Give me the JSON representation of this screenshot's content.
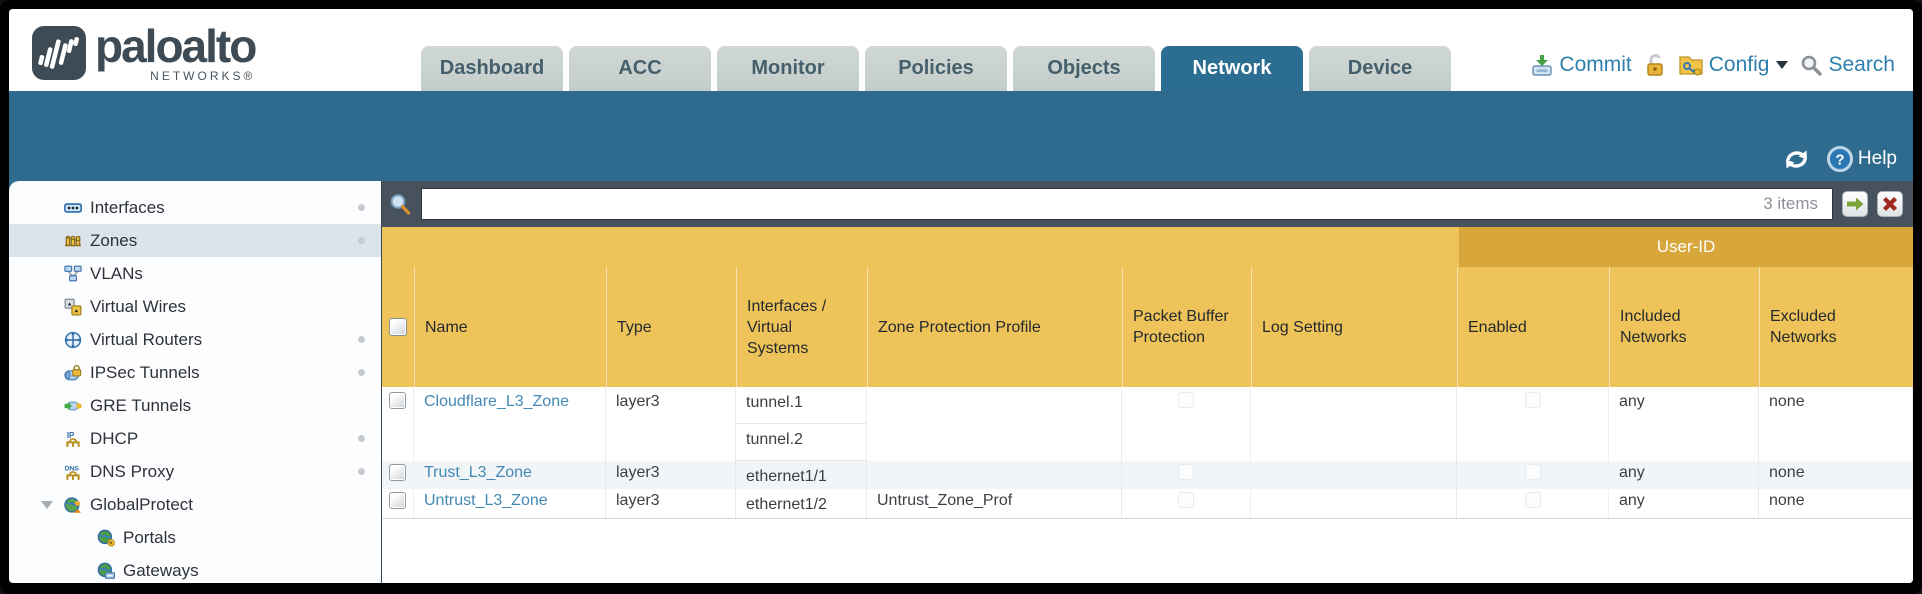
{
  "brand": {
    "name": "paloalto",
    "networks": "NETWORKS®"
  },
  "header": {
    "tabs": [
      {
        "label": "Dashboard"
      },
      {
        "label": "ACC"
      },
      {
        "label": "Monitor"
      },
      {
        "label": "Policies"
      },
      {
        "label": "Objects"
      },
      {
        "label": "Network"
      },
      {
        "label": "Device"
      }
    ],
    "active_tab": "Network",
    "actions": {
      "commit": "Commit",
      "config": "Config",
      "search": "Search"
    }
  },
  "teal_bar": {
    "help_label": "Help"
  },
  "sidebar": {
    "items": [
      {
        "label": "Interfaces",
        "icon": "interfaces-icon",
        "dot": true
      },
      {
        "label": "Zones",
        "icon": "zones-icon",
        "selected": true,
        "dot": true
      },
      {
        "label": "VLANs",
        "icon": "vlans-icon"
      },
      {
        "label": "Virtual Wires",
        "icon": "virtual-wires-icon"
      },
      {
        "label": "Virtual Routers",
        "icon": "virtual-routers-icon",
        "dot": true
      },
      {
        "label": "IPSec Tunnels",
        "icon": "ipsec-tunnels-icon",
        "dot": true
      },
      {
        "label": "GRE Tunnels",
        "icon": "gre-tunnels-icon"
      },
      {
        "label": "DHCP",
        "icon": "dhcp-icon",
        "dot": true
      },
      {
        "label": "DNS Proxy",
        "icon": "dns-proxy-icon",
        "dot": true
      },
      {
        "label": "GlobalProtect",
        "icon": "globalprotect-icon",
        "expanded": true
      },
      {
        "label": "Portals",
        "icon": "portals-icon",
        "child": true
      },
      {
        "label": "Gateways",
        "icon": "gateways-icon",
        "child": true
      }
    ]
  },
  "filter": {
    "items_count": "3 items"
  },
  "table": {
    "group_header": "User-ID",
    "columns": {
      "name": "Name",
      "type": "Type",
      "interfaces": "Interfaces / Virtual Systems",
      "zone_protection": "Zone Protection Profile",
      "packet_buffer": "Packet Buffer Protection",
      "log_setting": "Log Setting",
      "enabled": "Enabled",
      "included": "Included Networks",
      "excluded": "Excluded Networks"
    },
    "rows": [
      {
        "name": "Cloudflare_L3_Zone",
        "type": "layer3",
        "if1": "tunnel.1",
        "if2": "tunnel.2",
        "zpp": "",
        "log_setting": "",
        "packet_buffer_checked": false,
        "enabled_checked": false,
        "selected": false,
        "included": "any",
        "excluded": "none"
      },
      {
        "name": "Trust_L3_Zone",
        "type": "layer3",
        "if1": "ethernet1/1",
        "zpp": "",
        "log_setting": "",
        "packet_buffer_checked": false,
        "enabled_checked": false,
        "selected": false,
        "included": "any",
        "excluded": "none"
      },
      {
        "name": "Untrust_L3_Zone",
        "type": "layer3",
        "if1": "ethernet1/2",
        "zpp": "Untrust_Zone_Prof",
        "log_setting": "",
        "packet_buffer_checked": false,
        "enabled_checked": false,
        "selected": false,
        "included": "any",
        "excluded": "none"
      }
    ]
  }
}
